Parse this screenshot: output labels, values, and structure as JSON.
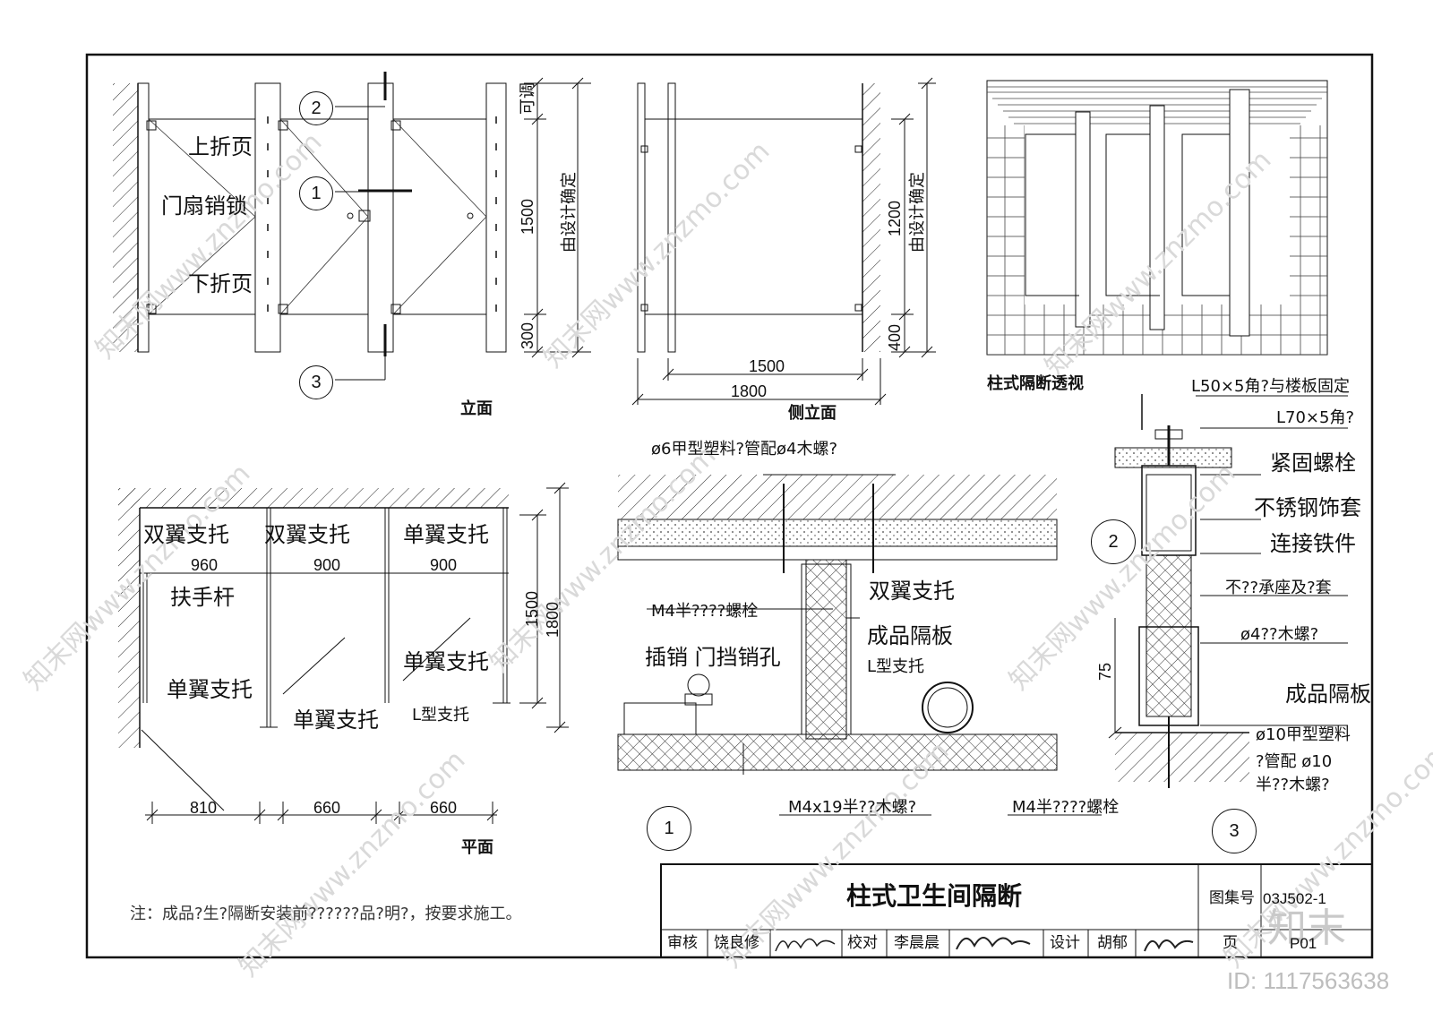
{
  "watermark": {
    "text": "知末网www.znzmo.com",
    "id": "ID: 1117563638",
    "logo": "知末"
  },
  "views": {
    "elevation": {
      "caption": "立面",
      "labels": [
        "上折页",
        "门扇销锁",
        "下折页"
      ],
      "dims": {
        "top": "可调",
        "mid": "1500",
        "bot": "300",
        "total": "由设计确定"
      },
      "markers": [
        "2",
        "1",
        "3"
      ]
    },
    "side_elevation": {
      "caption": "侧立面",
      "dims": {
        "mid": "1200",
        "bot": "400",
        "total": "由设计确定",
        "width_inner": "1500",
        "width_outer": "1800"
      }
    },
    "perspective": {
      "caption": "柱式隔断透视"
    },
    "plan": {
      "caption": "平面",
      "labels": [
        "双翼支托",
        "双翼支托",
        "单翼支托",
        "扶手杆",
        "单翼支托",
        "单翼支托",
        "单翼支托",
        "L型支托"
      ],
      "dims_top": [
        "960",
        "900",
        "900"
      ],
      "dims_bottom": [
        "810",
        "660",
        "660"
      ],
      "dims_side": [
        "1500",
        "1800"
      ]
    },
    "detail1": {
      "marker": "1",
      "labels": {
        "top": "ø6甲型塑料?管配ø4木螺?",
        "m4a": "M4半????螺栓",
        "double": "双翼支托",
        "panel": "成品隔板",
        "pin": "插销  门挡销孔",
        "lbracket": "L型支托",
        "m4x19": "M4x19半??木螺?",
        "m4b": "M4半????螺栓"
      }
    },
    "detail3": {
      "markers": [
        "2",
        "3"
      ],
      "labels": {
        "l50": "L50×5角?与楼板固定",
        "l70": "L70×5角?",
        "bolt": "紧固螺栓",
        "cover": "不锈钢饰套",
        "iron": "连接铁件",
        "seat": "不??承座及?套",
        "screw4": "ø4??木螺?",
        "panel": "成品隔板",
        "p10a": "ø10甲型塑料",
        "p10b": "?管配 ø10",
        "p10c": "半??木螺?"
      },
      "dim": "75"
    }
  },
  "note": "注：成品?生?隔断安装前??????品?明?，按要求施工。",
  "title_block": {
    "title": "柱式卫生间隔断",
    "atlas_label": "图集号",
    "atlas_no": "03J502-1",
    "review_label": "审核",
    "reviewer": "饶良修",
    "check_label": "校对",
    "checker": "李晨晨",
    "design_label": "设计",
    "designer": "胡郁",
    "page_label": "页",
    "page_no": "P01"
  }
}
